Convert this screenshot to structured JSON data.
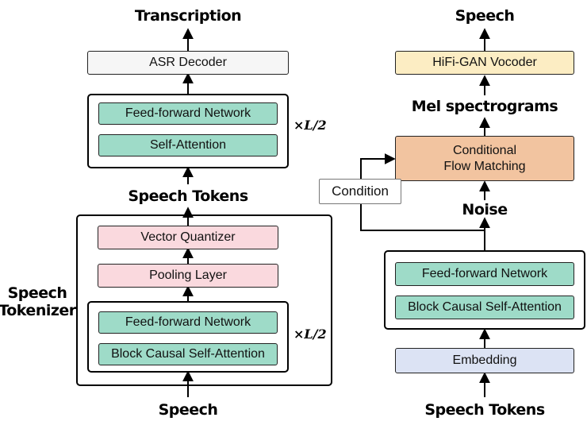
{
  "left": {
    "output_label": "Transcription",
    "asr_decoder": "ASR Decoder",
    "decoder_block": {
      "ffn": "Feed-forward Network",
      "attn": "Self-Attention",
      "repeat": "×L/2"
    },
    "tokens_label": "Speech Tokens",
    "tokenizer": {
      "label_line1": "Speech",
      "label_line2": "Tokenizer",
      "vq": "Vector Quantizer",
      "pooling": "Pooling Layer",
      "ffn": "Feed-forward Network",
      "attn": "Block Causal Self-Attention",
      "repeat": "×L/2"
    },
    "input_label": "Speech"
  },
  "right": {
    "output_label": "Speech",
    "vocoder": "HiFi-GAN Vocoder",
    "mel_label": "Mel spectrograms",
    "cfm_line1": "Conditional",
    "cfm_line2": "Flow Matching",
    "condition_label": "Condition",
    "noise_label": "Noise",
    "block": {
      "ffn": "Feed-forward Network",
      "attn": "Block Causal Self-Attention"
    },
    "embedding": "Embedding",
    "input_label": "Speech Tokens"
  }
}
